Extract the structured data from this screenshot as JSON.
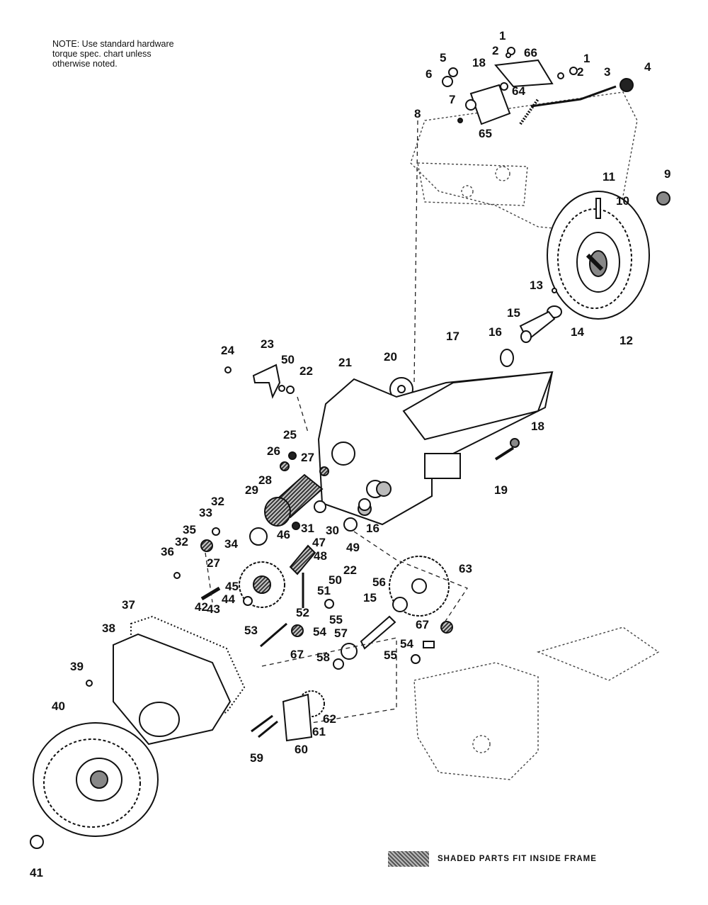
{
  "note": {
    "lines": [
      "NOTE: Use standard hardware",
      "torque spec. chart unless",
      "otherwise noted."
    ]
  },
  "callouts": [
    {
      "id": "c1a",
      "text": "1"
    },
    {
      "id": "c1b",
      "text": "1"
    },
    {
      "id": "c2a",
      "text": "2"
    },
    {
      "id": "c2b",
      "text": "2"
    },
    {
      "id": "c3",
      "text": "3"
    },
    {
      "id": "c4",
      "text": "4"
    },
    {
      "id": "c5",
      "text": "5"
    },
    {
      "id": "c6",
      "text": "6"
    },
    {
      "id": "c7",
      "text": "7"
    },
    {
      "id": "c8",
      "text": "8"
    },
    {
      "id": "c9",
      "text": "9"
    },
    {
      "id": "c10",
      "text": "10"
    },
    {
      "id": "c11",
      "text": "11"
    },
    {
      "id": "c12",
      "text": "12"
    },
    {
      "id": "c13",
      "text": "13"
    },
    {
      "id": "c14",
      "text": "14"
    },
    {
      "id": "c15a",
      "text": "15"
    },
    {
      "id": "c15b",
      "text": "15"
    },
    {
      "id": "c16a",
      "text": "16"
    },
    {
      "id": "c16b",
      "text": "16"
    },
    {
      "id": "c17",
      "text": "17"
    },
    {
      "id": "c18a",
      "text": "18"
    },
    {
      "id": "c18b",
      "text": "18"
    },
    {
      "id": "c19",
      "text": "19"
    },
    {
      "id": "c20",
      "text": "20"
    },
    {
      "id": "c21",
      "text": "21"
    },
    {
      "id": "c22a",
      "text": "22"
    },
    {
      "id": "c22b",
      "text": "22"
    },
    {
      "id": "c23",
      "text": "23"
    },
    {
      "id": "c24",
      "text": "24"
    },
    {
      "id": "c25",
      "text": "25"
    },
    {
      "id": "c26",
      "text": "26"
    },
    {
      "id": "c27a",
      "text": "27"
    },
    {
      "id": "c27b",
      "text": "27"
    },
    {
      "id": "c28",
      "text": "28"
    },
    {
      "id": "c29",
      "text": "29"
    },
    {
      "id": "c30",
      "text": "30"
    },
    {
      "id": "c31",
      "text": "31"
    },
    {
      "id": "c32a",
      "text": "32"
    },
    {
      "id": "c32b",
      "text": "32"
    },
    {
      "id": "c33",
      "text": "33"
    },
    {
      "id": "c34",
      "text": "34"
    },
    {
      "id": "c35",
      "text": "35"
    },
    {
      "id": "c36",
      "text": "36"
    },
    {
      "id": "c37",
      "text": "37"
    },
    {
      "id": "c38",
      "text": "38"
    },
    {
      "id": "c39",
      "text": "39"
    },
    {
      "id": "c40",
      "text": "40"
    },
    {
      "id": "c41",
      "text": "41"
    },
    {
      "id": "c42",
      "text": "42"
    },
    {
      "id": "c43",
      "text": "43"
    },
    {
      "id": "c44",
      "text": "44"
    },
    {
      "id": "c45",
      "text": "45"
    },
    {
      "id": "c46",
      "text": "46"
    },
    {
      "id": "c47",
      "text": "47"
    },
    {
      "id": "c48",
      "text": "48"
    },
    {
      "id": "c49",
      "text": "49"
    },
    {
      "id": "c50a",
      "text": "50"
    },
    {
      "id": "c50b",
      "text": "50"
    },
    {
      "id": "c51",
      "text": "51"
    },
    {
      "id": "c52",
      "text": "52"
    },
    {
      "id": "c53",
      "text": "53"
    },
    {
      "id": "c54a",
      "text": "54"
    },
    {
      "id": "c54b",
      "text": "54"
    },
    {
      "id": "c55a",
      "text": "55"
    },
    {
      "id": "c55b",
      "text": "55"
    },
    {
      "id": "c56",
      "text": "56"
    },
    {
      "id": "c57",
      "text": "57"
    },
    {
      "id": "c58",
      "text": "58"
    },
    {
      "id": "c59",
      "text": "59"
    },
    {
      "id": "c60",
      "text": "60"
    },
    {
      "id": "c61",
      "text": "61"
    },
    {
      "id": "c62",
      "text": "62"
    },
    {
      "id": "c63",
      "text": "63"
    },
    {
      "id": "c64",
      "text": "64"
    },
    {
      "id": "c65",
      "text": "65"
    },
    {
      "id": "c66",
      "text": "66"
    },
    {
      "id": "c67a",
      "text": "67"
    },
    {
      "id": "c67b",
      "text": "67"
    }
  ],
  "legend": {
    "text": "SHADED PARTS FIT INSIDE FRAME"
  }
}
